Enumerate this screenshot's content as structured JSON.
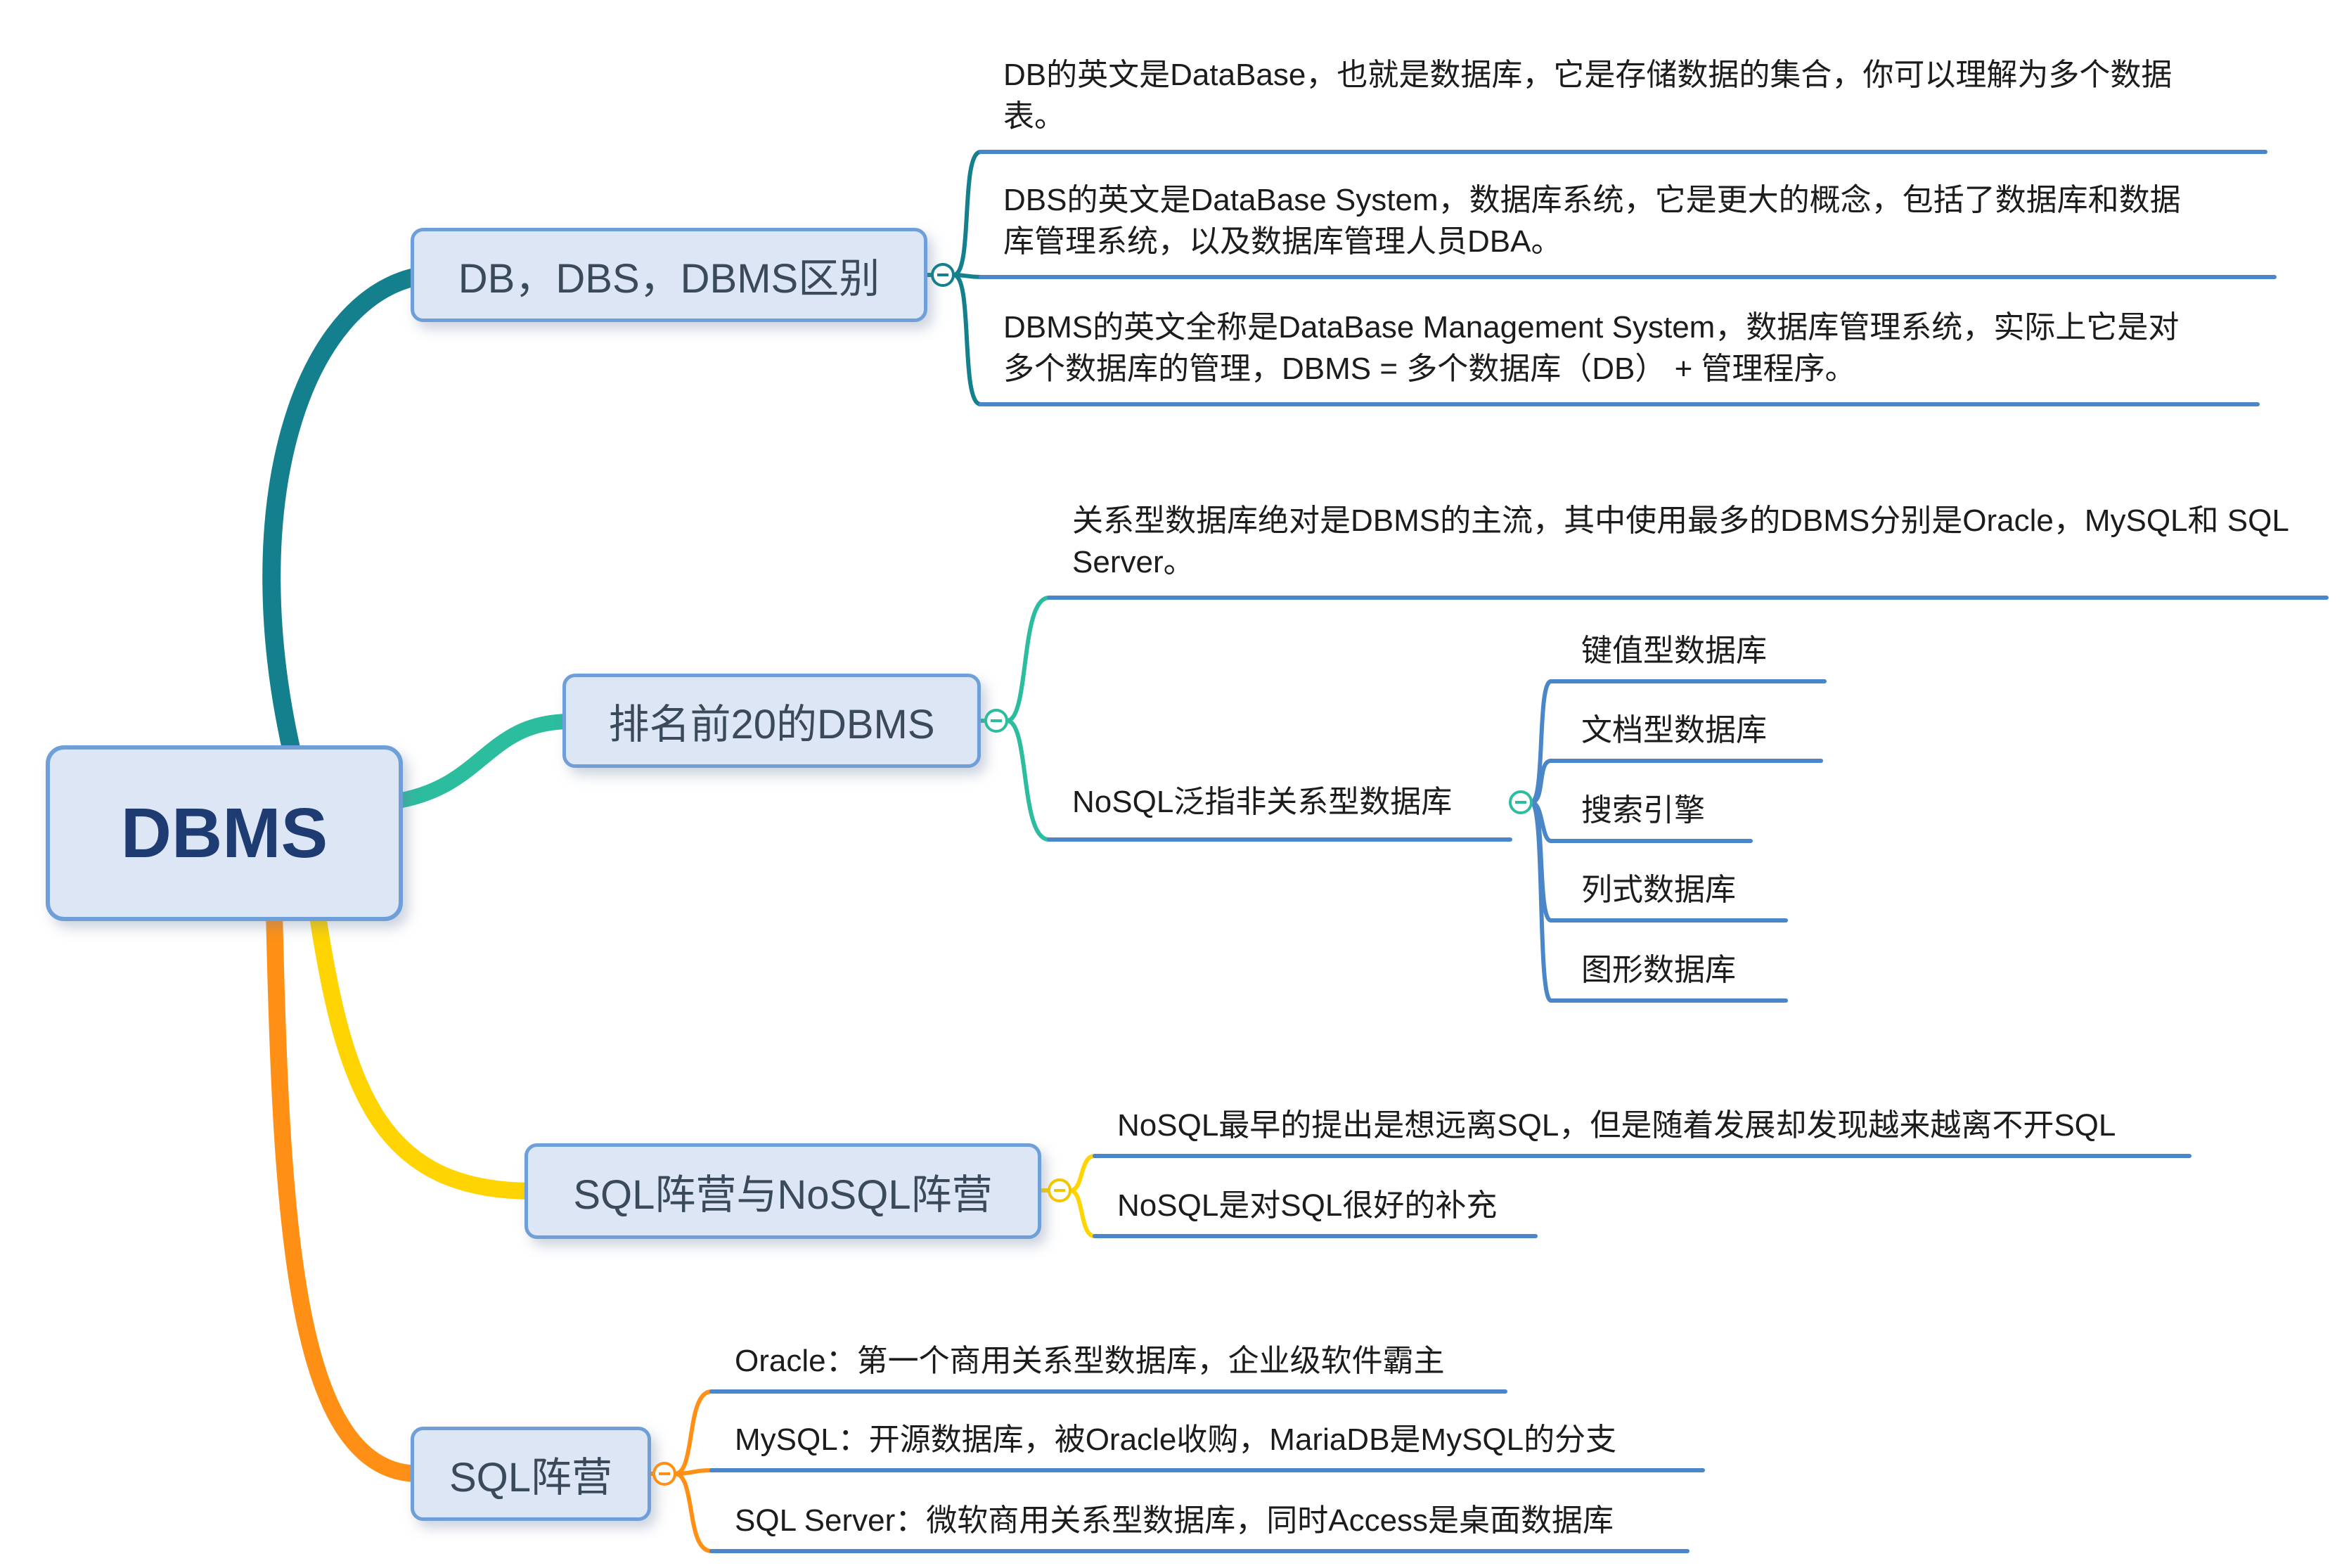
{
  "colors": {
    "branch1": "#15808d",
    "branch2": "#2cbd9e",
    "branch3": "#ffd400",
    "bran4": "#ff9015",
    "leaf_line": "#4a86c8",
    "topic_fill": "#dce6f5",
    "topic_border": "#6f9fd8",
    "root_text": "#1e3c72",
    "text": "#1c1c1c"
  },
  "root": {
    "label": "DBMS"
  },
  "branches": [
    {
      "label": "DB，DBS，DBMS区别",
      "children": [
        {
          "text": "DB的英文是DataBase，也就是数据库，它是存储数据的集合，你可以理解为多个数据表。"
        },
        {
          "text": "DBS的英文是DataBase System，数据库系统，它是更大的概念，包括了数据库和数据库管理系统，以及数据库管理人员DBA。"
        },
        {
          "text": "DBMS的英文全称是DataBase Management System，数据库管理系统，实际上它是对多个数据库的管理，DBMS = 多个数据库（DB） + 管理程序。"
        }
      ]
    },
    {
      "label": "排名前20的DBMS",
      "children": [
        {
          "text": "关系型数据库绝对是DBMS的主流，其中使用最多的DBMS分别是Oracle，MySQL和 SQL Server。"
        },
        {
          "text": "NoSQL泛指非关系型数据库",
          "children": [
            {
              "text": "键值型数据库"
            },
            {
              "text": "文档型数据库"
            },
            {
              "text": "搜索引擎"
            },
            {
              "text": "列式数据库"
            },
            {
              "text": "图形数据库"
            }
          ]
        }
      ]
    },
    {
      "label": "SQL阵营与NoSQL阵营",
      "children": [
        {
          "text": "NoSQL最早的提出是想远离SQL，但是随着发展却发现越来越离不开SQL"
        },
        {
          "text": "NoSQL是对SQL很好的补充"
        }
      ]
    },
    {
      "label": "SQL阵营",
      "children": [
        {
          "text": "Oracle：第一个商用关系型数据库，企业级软件霸主"
        },
        {
          "text": "MySQL：开源数据库，被Oracle收购，MariaDB是MySQL的分支"
        },
        {
          "text": "SQL Server：微软商用关系型数据库，同时Access是桌面数据库"
        }
      ]
    }
  ]
}
